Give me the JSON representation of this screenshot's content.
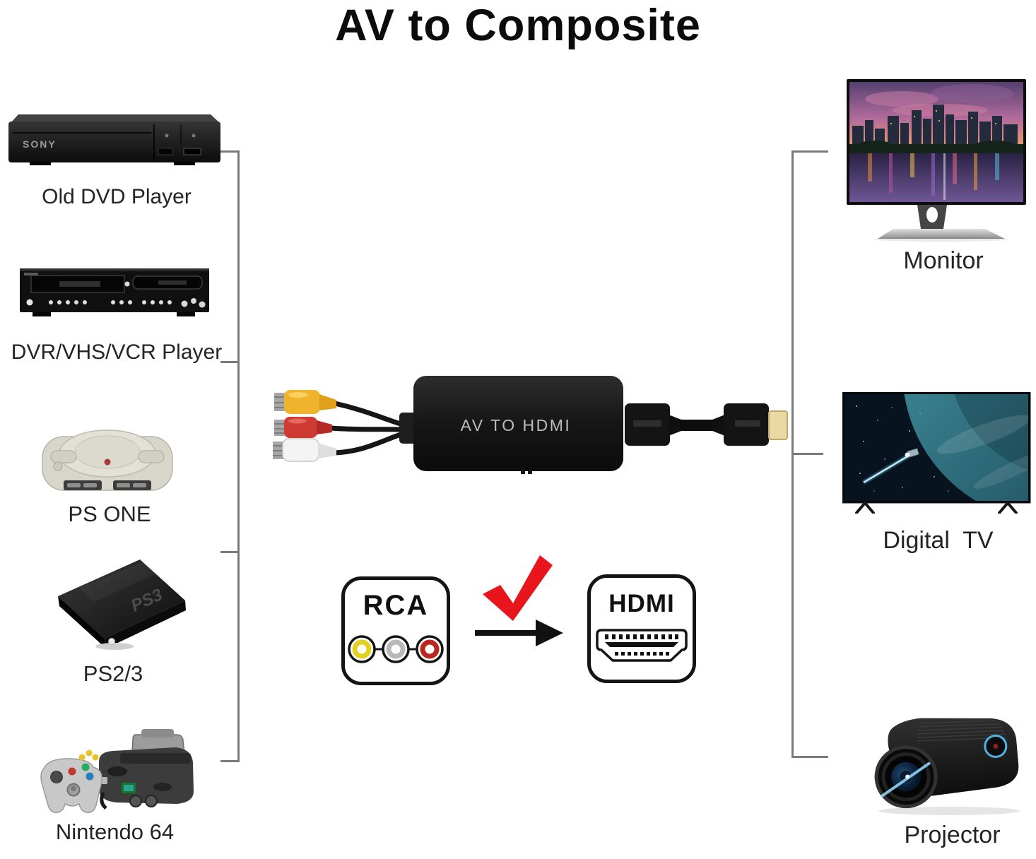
{
  "title": "AV to Composite",
  "left_group": {
    "devices": [
      {
        "label": "Old DVD Player",
        "brand": "SONY"
      },
      {
        "label": "DVR/VHS/VCR Player"
      },
      {
        "label": "PS ONE"
      },
      {
        "label": "PS2/3",
        "badge": "PS3"
      },
      {
        "label": "Nintendo 64"
      }
    ]
  },
  "right_group": {
    "devices": [
      {
        "label": "Monitor"
      },
      {
        "label": "Digital  TV"
      },
      {
        "label": "Projector"
      }
    ]
  },
  "converter": {
    "label": "AV TO HDMI"
  },
  "comparison": {
    "rca": {
      "label": "RCA",
      "jacks": [
        "yellow-video-jack",
        "white-audio-jack",
        "red-audio-jack"
      ]
    },
    "hdmi": {
      "label": "HDMI"
    },
    "check_icon": "red-checkmark",
    "arrow_icon": "right-arrow"
  },
  "colors": {
    "rca_yellow": "#f0b42c",
    "rca_red": "#cf3a33",
    "rca_white": "#f4f4f4",
    "check_red": "#e8151d",
    "hdmi_gold": "#ead9a2",
    "bracket_gray": "#7b7b7b",
    "converter_body": "#1c1c1c",
    "converter_text": "#bdbdbd"
  }
}
